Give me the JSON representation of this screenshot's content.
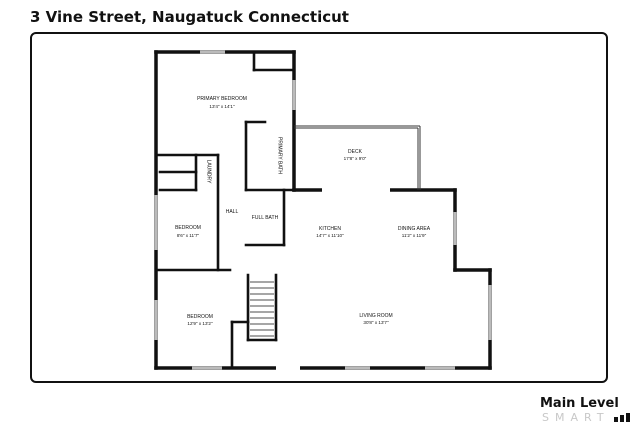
{
  "header": {
    "address": "3 Vine Street, Naugatuck Connecticut"
  },
  "footer": {
    "level": "Main Level",
    "brand": "SMART"
  },
  "rooms": {
    "primary_bedroom": {
      "name": "PRIMARY BEDROOM",
      "dims": "13'4\" x 14'1\""
    },
    "primary_bath": {
      "name": "PRIMARY BATH"
    },
    "laundry": {
      "name": "LAUNDRY"
    },
    "deck": {
      "name": "DECK",
      "dims": "17'8\" x 9'0\""
    },
    "bedroom_1": {
      "name": "BEDROOM",
      "dims": "8'6\" x 11'7\""
    },
    "hall": {
      "name": "HALL"
    },
    "full_bath": {
      "name": "FULL BATH"
    },
    "kitchen": {
      "name": "KITCHEN",
      "dims": "14'7\" x 11'10\""
    },
    "dining_area": {
      "name": "DINING AREA",
      "dims": "11'2\" x 11'9\""
    },
    "bedroom_2": {
      "name": "BEDROOM",
      "dims": "12'9\" x 13'2\""
    },
    "living_room": {
      "name": "LIVING ROOM",
      "dims": "30'8\" x 13'7\""
    }
  },
  "colors": {
    "wall": "#111111",
    "window": "#b8b8b8",
    "brand": "#c8c8c8"
  }
}
